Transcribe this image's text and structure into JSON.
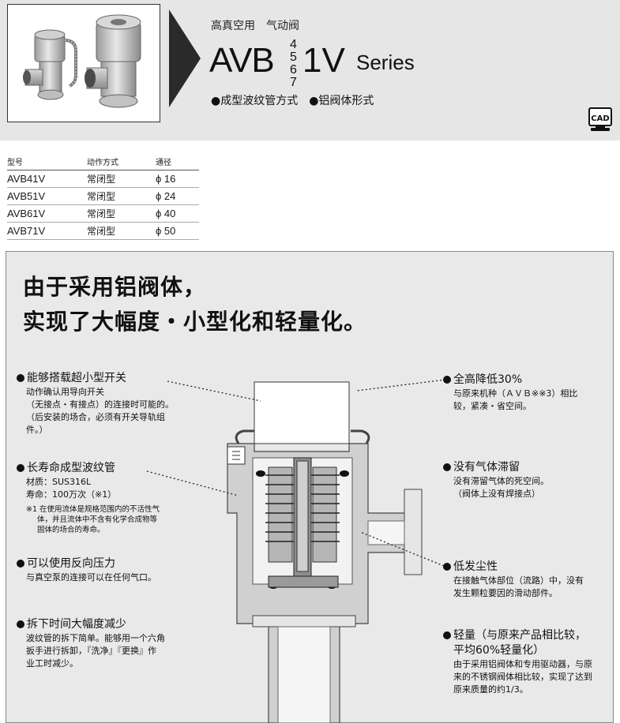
{
  "header": {
    "category": "高真空用　气动阀",
    "model_prefix": "AVB",
    "model_digits": [
      "4",
      "5",
      "6",
      "7"
    ],
    "model_suffix": "1V",
    "series_word": "Series",
    "features": "●成型波纹管方式　●铝阀体形式",
    "cad_label": "CAD"
  },
  "spec_table": {
    "headers": [
      "型号",
      "动作方式",
      "通径"
    ],
    "rows": [
      [
        "AVB41V",
        "常闭型",
        "ϕ 16"
      ],
      [
        "AVB51V",
        "常闭型",
        "ϕ 24"
      ],
      [
        "AVB61V",
        "常闭型",
        "ϕ 40"
      ],
      [
        "AVB71V",
        "常闭型",
        "ϕ 50"
      ]
    ]
  },
  "headline": {
    "line1": "由于采用铝阀体，",
    "line2": "实现了大幅度・小型化和轻量化。"
  },
  "callouts": {
    "switch": {
      "title": "能够搭载超小型开关",
      "lines": [
        "动作确认用导向开关",
        "（无接点・有接点）的连接时可能的。",
        "（后安装的场合，必须有开关导轨组",
        "件。）"
      ]
    },
    "bellows": {
      "title": "长寿命成型波纹管",
      "lines": [
        "材质：SUS316L",
        "寿命：100万次（※1）"
      ],
      "notes": [
        "※1  在使用流体是规格范围内的不活性气",
        "体，并且流体中不含有化学合成物等",
        "固体的场合的寿命。"
      ]
    },
    "reverse": {
      "title": "可以使用反向压力",
      "lines": [
        "与真空泵的连接可以在任何气口。"
      ]
    },
    "removal": {
      "title": "拆下时间大幅度减少",
      "lines": [
        "波纹管的拆下简单。能够用一个六角",
        "扳手进行拆卸，『洗净』『更换』作",
        "业工时减少。"
      ]
    },
    "height": {
      "title": "全高降低30%",
      "lines": [
        "与原来机种（ＡＶＢ※※3）相比",
        "较，紧凑・省空间。"
      ]
    },
    "stagnation": {
      "title": "没有气体滞留",
      "lines": [
        "没有滞留气体的死空间。",
        "（阀体上没有焊接点）"
      ]
    },
    "dust": {
      "title": "低发尘性",
      "lines": [
        "在接触气体部位（流路）中，没有",
        "发生颗粒要因的滑动部件。"
      ]
    },
    "weight": {
      "title_lines": [
        "轻量（与原来产品相比较，",
        "平均60%轻量化）"
      ],
      "lines": [
        "由于采用铝阀体和专用驱动器，与原",
        "来的不锈钢阀体相比较，实现了达到",
        "原来质量的约1/3。"
      ]
    }
  },
  "colors": {
    "header_band": "#e6e6e6",
    "panel": "#e9e9e9",
    "text": "#111111"
  },
  "icons": [
    "product-photo",
    "arrow-right-icon",
    "cad-icon",
    "valve-cross-section-diagram"
  ]
}
